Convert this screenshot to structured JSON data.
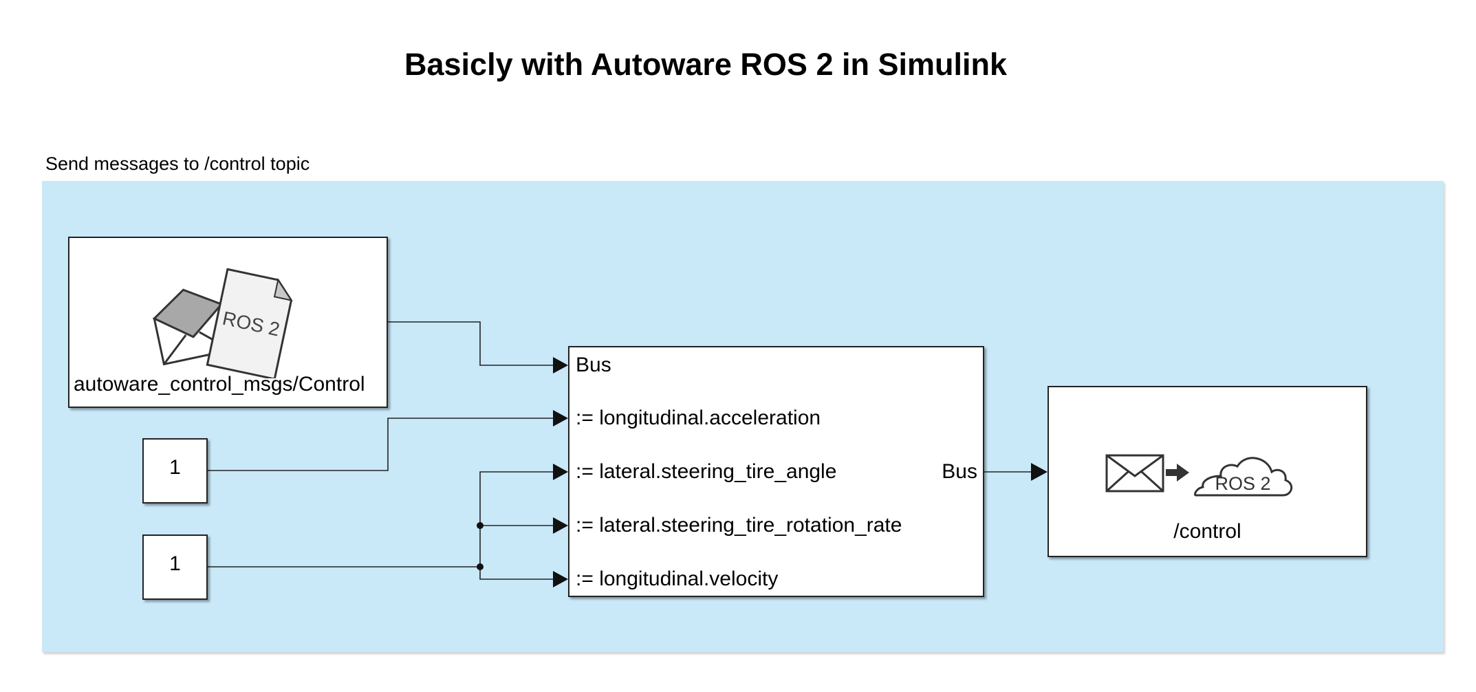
{
  "title": "Basicly with Autoware ROS 2 in Simulink",
  "area": {
    "label": "Send messages to /control topic",
    "color": "#c9e8f8"
  },
  "blank_message": {
    "name": "autoware_control_msgs/Control",
    "icon": "ros2-message-icon",
    "icon_text": "ROS 2"
  },
  "constants": [
    {
      "value": "1"
    },
    {
      "value": "1"
    }
  ],
  "bus_assignment": {
    "inputs": [
      "Bus",
      ":= longitudinal.acceleration",
      ":= lateral.steering_tire_angle",
      ":= lateral.steering_tire_rotation_rate",
      ":= longitudinal.velocity"
    ],
    "output": "Bus"
  },
  "publisher": {
    "topic": "/control",
    "icon": "ros2-publish-icon",
    "icon_text": "ROS 2"
  }
}
